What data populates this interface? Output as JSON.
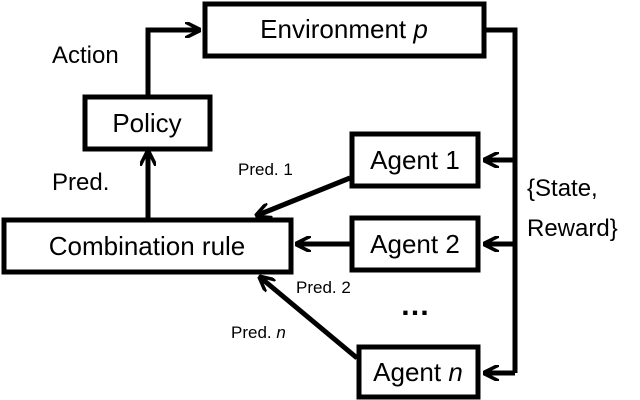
{
  "diagram": {
    "nodes": {
      "environment": {
        "label": "Environment ",
        "label_var": "p"
      },
      "policy": {
        "label": "Policy"
      },
      "combination": {
        "label": "Combination rule"
      },
      "agent1": {
        "label": "Agent 1"
      },
      "agent2": {
        "label": "Agent 2"
      },
      "agentn": {
        "label": "Agent ",
        "label_var": "n"
      }
    },
    "edge_labels": {
      "action": "Action",
      "pred": "Pred.",
      "pred1": "Pred. 1",
      "pred2": "Pred. 2",
      "predn_prefix": "Pred. ",
      "predn_var": "n",
      "state_reward_line1": "{State,",
      "state_reward_line2": "Reward}",
      "ellipsis": "…"
    }
  }
}
